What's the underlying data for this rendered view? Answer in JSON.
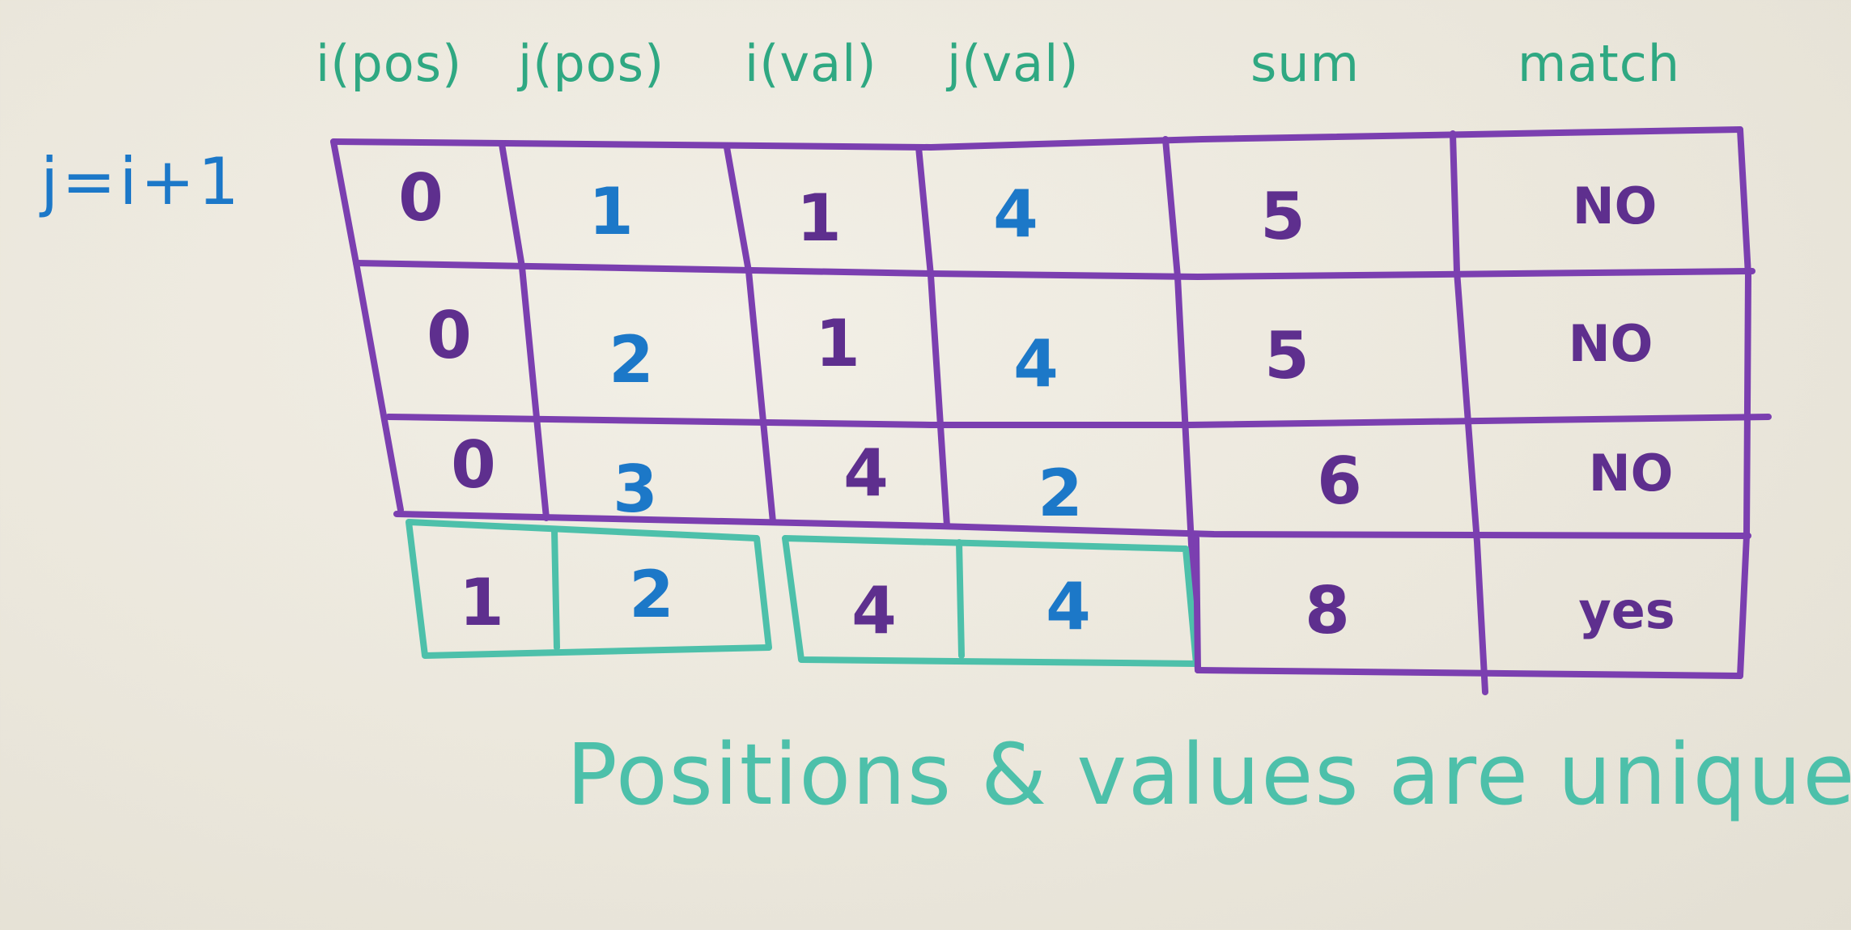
{
  "headers": {
    "i_pos": "i(pos)",
    "j_pos": "j(pos)",
    "i_val": "i(val)",
    "j_val": "j(val)",
    "sum": "sum",
    "match": "match"
  },
  "side_note": "j=i+1",
  "rows": [
    {
      "i_pos": "0",
      "j_pos": "1",
      "i_val": "1",
      "j_val": "4",
      "sum": "5",
      "match": "NO"
    },
    {
      "i_pos": "0",
      "j_pos": "2",
      "i_val": "1",
      "j_val": "4",
      "sum": "5",
      "match": "NO"
    },
    {
      "i_pos": "0",
      "j_pos": "3",
      "i_val": "4",
      "j_val": "2",
      "sum": "6",
      "match": "NO"
    },
    {
      "i_pos": "1",
      "j_pos": "2",
      "i_val": "4",
      "j_val": "4",
      "sum": "8",
      "match": "yes"
    }
  ],
  "footer_note": "Positions & values are unique",
  "colors": {
    "grid": "#7b3fb0",
    "highlight": "#4dc0aa",
    "header_ink": "#2fa882",
    "blue_ink": "#1c78c8",
    "purple_ink": "#5e2f8e"
  }
}
